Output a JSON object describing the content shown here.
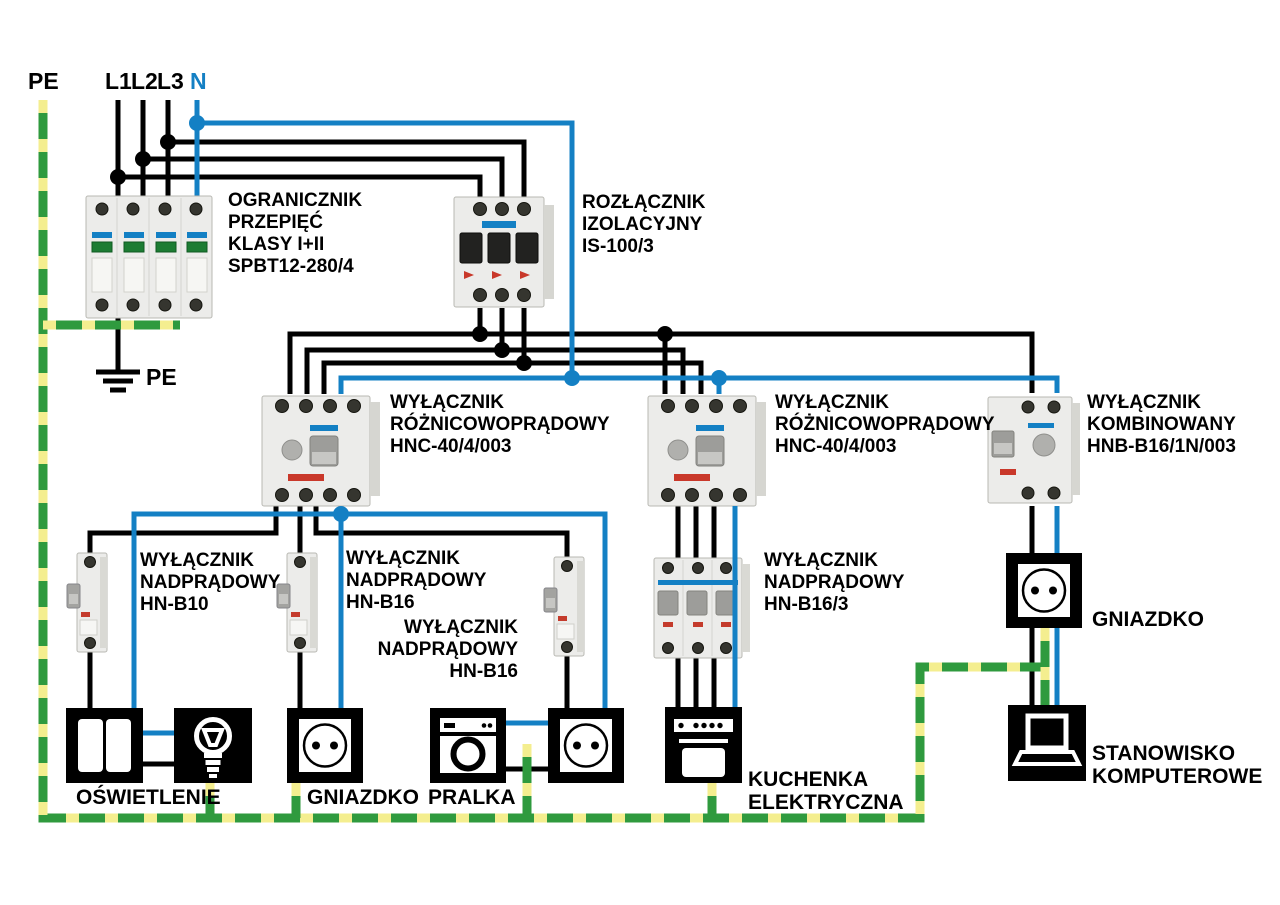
{
  "diagram": {
    "bus": {
      "pe": "PE",
      "phases": [
        "L1",
        "L2",
        "L3"
      ],
      "neutral": "N"
    },
    "ground_label": "PE",
    "colors": {
      "phase": "#000000",
      "neutral": "#1480c4",
      "pe_green": "#2f9a3e",
      "pe_yellow": "#f4ee8f"
    },
    "devices": [
      {
        "id": "surge-protector",
        "label": "OGRANICZNIK\nPRZEPIĘĆ\nKLASY I+II\nSPBT12-280/4"
      },
      {
        "id": "isolator-switch",
        "label": "ROZŁĄCZNIK\nIZOLACYJNY\nIS-100/3"
      },
      {
        "id": "rcd-left",
        "label": "WYŁĄCZNIK\nRÓŻNICOWOPRĄDOWY\nHNC-40/4/003"
      },
      {
        "id": "rcd-right",
        "label": "WYŁĄCZNIK\nRÓŻNICOWOPRĄDOWY\nHNC-40/4/003"
      },
      {
        "id": "combined-breaker",
        "label": "WYŁĄCZNIK\nKOMBINOWANY\nHNB-B16/1N/003"
      },
      {
        "id": "mcb-b10",
        "label": "WYŁĄCZNIK\nNADPRĄDOWY\nHN-B10"
      },
      {
        "id": "mcb-b16-a",
        "label": "WYŁĄCZNIK\nNADPRĄDOWY\nHN-B16"
      },
      {
        "id": "mcb-b16-b",
        "label": "WYŁĄCZNIK\nNADPRĄDOWY\nHN-B16"
      },
      {
        "id": "mcb-b16-3",
        "label": "WYŁĄCZNIK\nNADPRĄDOWY\nHN-B16/3"
      }
    ],
    "loads": [
      {
        "id": "lighting",
        "label": "OŚWIETLENIE",
        "icons": [
          "light-switch-icon",
          "light-bulb-icon"
        ]
      },
      {
        "id": "socket-1",
        "label": "GNIAZDKO",
        "icons": [
          "socket-icon"
        ]
      },
      {
        "id": "washer",
        "label": "PRALKA",
        "icons": [
          "washing-machine-icon",
          "socket-icon"
        ]
      },
      {
        "id": "cooker",
        "label": "KUCHENKA\nELEKTRYCZNA",
        "icons": [
          "cooker-icon"
        ]
      },
      {
        "id": "socket-2",
        "label": "GNIAZDKO",
        "icons": [
          "socket-icon"
        ]
      },
      {
        "id": "computer",
        "label": "STANOWISKO\nKOMPUTEROWE",
        "icons": [
          "computer-icon"
        ]
      }
    ]
  }
}
